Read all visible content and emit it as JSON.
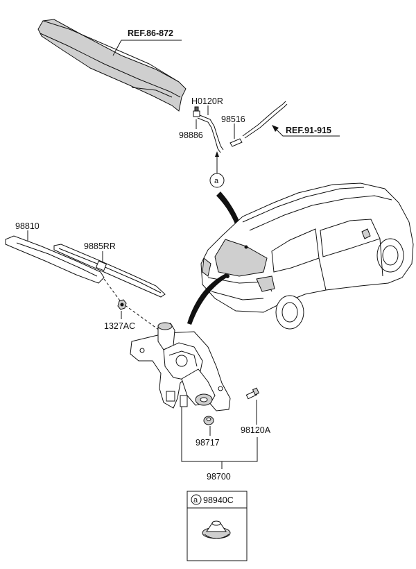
{
  "labels": {
    "ref_spoiler": "REF.86-872",
    "ref_hose": "REF.91-915",
    "hose_joint": "H0120R",
    "nozzle": "98886",
    "connector": "98516",
    "wiper_arm": "98810",
    "wiper_blade": "9885RR",
    "nut": "1327AC",
    "cap": "98717",
    "bolt": "98120A",
    "motor_assy": "98700",
    "grommet": "98940C",
    "callout_a": "a",
    "inset_callout_a": "a"
  },
  "colors": {
    "line": "#111111",
    "shade": "#cfcfcf",
    "dark": "#5a5a5a"
  }
}
